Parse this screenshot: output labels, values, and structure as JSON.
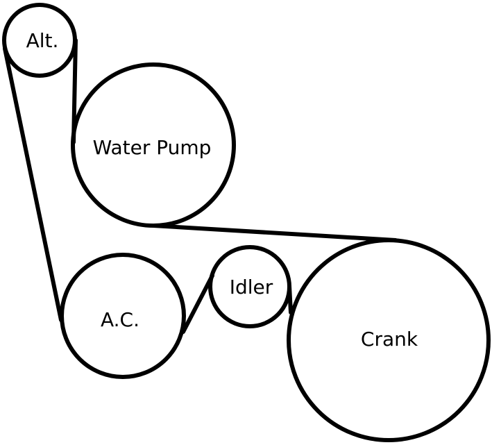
{
  "diagram": {
    "pulleys": [
      {
        "id": "alt",
        "label": "Alt."
      },
      {
        "id": "water-pump",
        "label": "Water Pump"
      },
      {
        "id": "ac",
        "label": "A.C."
      },
      {
        "id": "idler",
        "label": "Idler"
      },
      {
        "id": "crank",
        "label": "Crank"
      }
    ],
    "colors": {
      "stroke": "#000000",
      "background": "#ffffff"
    }
  }
}
